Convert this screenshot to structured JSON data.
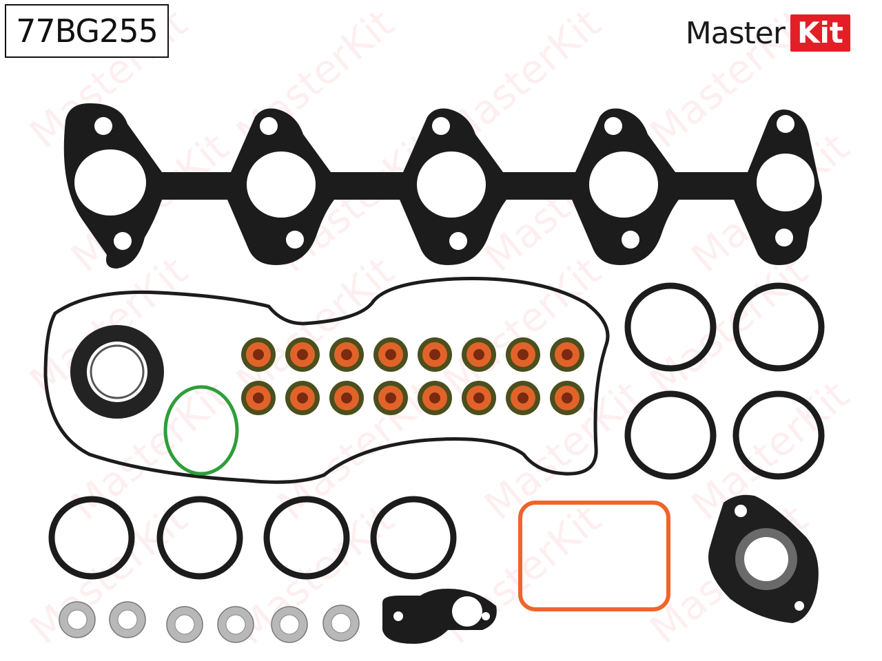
{
  "part_code": "77BG255",
  "brand": {
    "word": "Master",
    "box": "Kit",
    "accent": "#e41e26"
  },
  "watermark": "MasterKit",
  "colors": {
    "gasket": "#1c1c1c",
    "seal_orange": "#e2632a",
    "seal_dark": "#4a4f1d",
    "oring_green": "#2e9e3a",
    "orange_gasket": "#f0642a",
    "washer": "#b8b8b8"
  }
}
